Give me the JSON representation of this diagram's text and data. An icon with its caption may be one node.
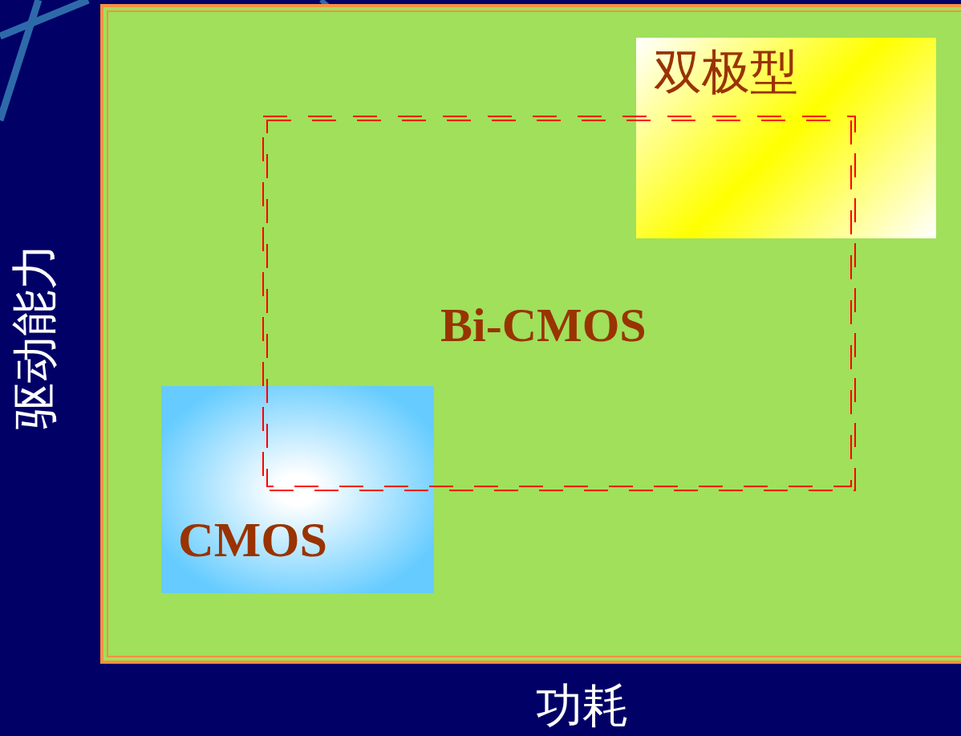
{
  "diagram": {
    "nodes": [
      {
        "text": [],
        "shape": "box"
      },
      {
        "text": [
          "双极型"
        ],
        "in": 0
      },
      {
        "text": [
          "CMOS"
        ],
        "in": 0
      },
      {
        "text": [
          "Bi-CMOS"
        ],
        "in": 0
      }
    ],
    "labels": [
      "驱动能力",
      "功耗"
    ]
  }
}
